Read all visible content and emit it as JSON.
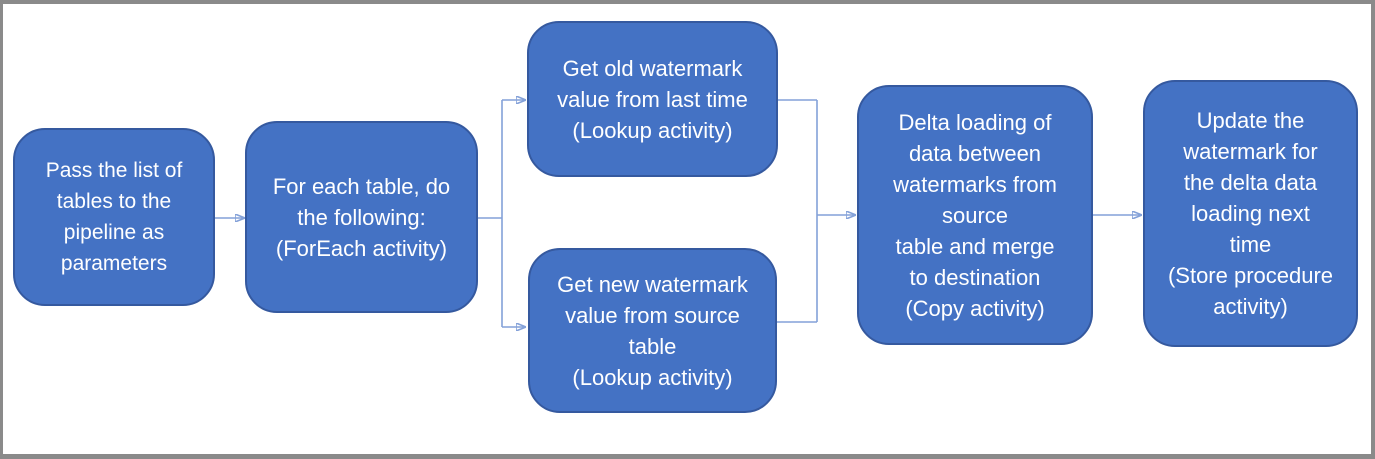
{
  "diagram": {
    "description": "Incremental copy pipeline flowchart",
    "boxes": [
      {
        "name": "pass-tables",
        "text": "Pass the list of\ntables to the\npipeline as\nparameters"
      },
      {
        "name": "foreach-table",
        "text": "For each table, do\nthe following:\n(ForEach activity)"
      },
      {
        "name": "get-old-watermark",
        "text": "Get old watermark\nvalue from last time\n(Lookup activity)"
      },
      {
        "name": "get-new-watermark",
        "text": "Get new watermark\nvalue from source\ntable\n(Lookup activity)"
      },
      {
        "name": "delta-loading",
        "text": "Delta loading of\ndata between\nwatermarks from\nsource\ntable and merge\nto destination\n(Copy activity)"
      },
      {
        "name": "update-watermark",
        "text": "Update the\nwatermark for\nthe delta data\nloading next\ntime\n(Store procedure\nactivity)"
      }
    ],
    "colors": {
      "box_fill": "#4472C4",
      "box_border": "#35599F",
      "box_text": "#FFFFFF",
      "connector_line": "#84A1D8",
      "connector_arrow": "#4472C4",
      "frame_border": "#8A8A8A",
      "background": "#FFFFFF"
    }
  }
}
